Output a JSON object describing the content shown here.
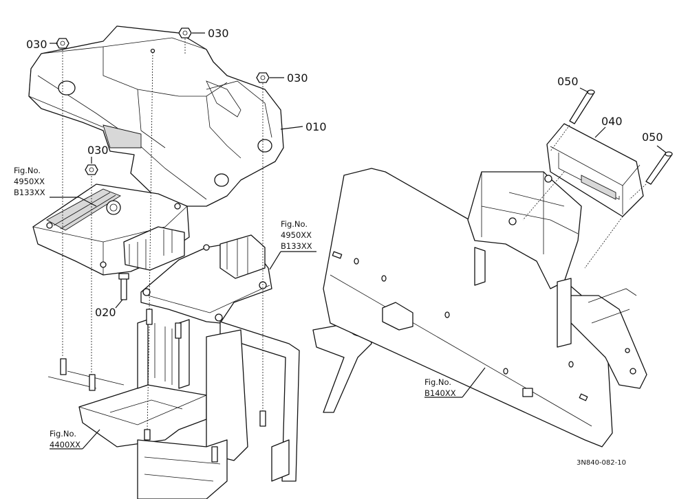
{
  "callouts": {
    "c030a": "030",
    "c030b": "030",
    "c030c": "030",
    "c030d": "030",
    "c010": "010",
    "c020": "020",
    "c040": "040",
    "c050a": "050",
    "c050b": "050"
  },
  "fig_refs": {
    "left": {
      "title": "Fig.No.",
      "line1": "4950XX",
      "line2": "B133XX"
    },
    "center": {
      "title": "Fig.No.",
      "line1": "4950XX",
      "line2": "B133XX"
    },
    "bottom_left": {
      "title": "Fig.No.",
      "line1": "4400XX"
    },
    "bottom_right": {
      "title": "Fig.No.",
      "line1": "B140XX"
    }
  },
  "drawing_code": "3N840-082-10"
}
